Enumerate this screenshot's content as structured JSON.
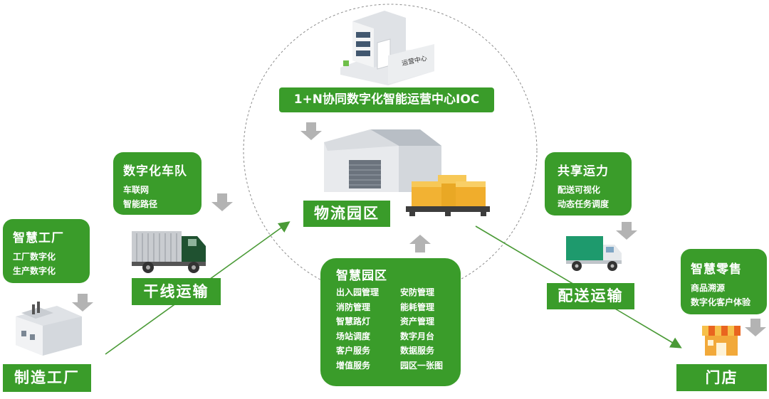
{
  "ioc": {
    "label": "1+N协同数字化智能运营中心IOC",
    "building_sign": "运营中心"
  },
  "logistics_park": {
    "label": "物流园区"
  },
  "digital_fleet": {
    "title": "数字化车队",
    "lines": [
      "车联网",
      "智能路径"
    ]
  },
  "smart_factory": {
    "title": "智慧工厂",
    "lines": [
      "工厂数字化",
      "生产数字化"
    ]
  },
  "manufacturing_factory": {
    "label": "制造工厂"
  },
  "trunk_transport": {
    "label": "干线运输"
  },
  "smart_park": {
    "title": "智慧园区",
    "items": [
      "出入园管理",
      "安防管理",
      "消防管理",
      "能耗管理",
      "智慧路灯",
      "资产管理",
      "场站调度",
      "数字月台",
      "客户服务",
      "数据服务",
      "增值服务",
      "园区一张图"
    ]
  },
  "shared_capacity": {
    "title": "共享运力",
    "lines": [
      "配送可视化",
      "动态任务调度"
    ]
  },
  "delivery_transport": {
    "label": "配送运输"
  },
  "smart_retail": {
    "title": "智慧零售",
    "lines": [
      "商品溯源",
      "数字化客户体验"
    ]
  },
  "store": {
    "label": "门店"
  },
  "colors": {
    "green": "#3a9c2a",
    "arrow_gray": "#b3b3b3",
    "line_green": "#4a9a36"
  }
}
